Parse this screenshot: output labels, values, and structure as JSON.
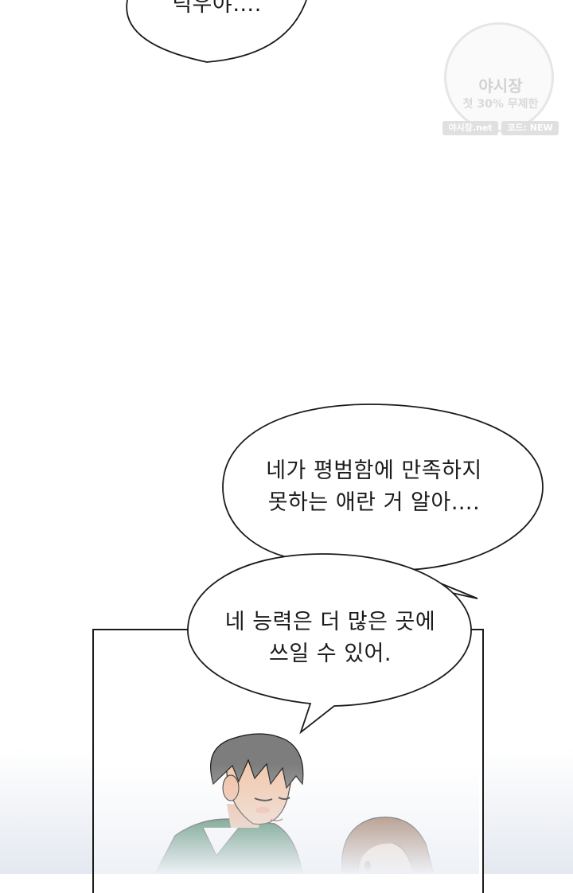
{
  "bubbles": {
    "top": {
      "line1": "넉우야…."
    },
    "middle": {
      "line1": "네가 평범함에 만족하지",
      "line2": "못하는 애란 거 알아…."
    },
    "lower": {
      "line1": "네 능력은 더 많은 곳에",
      "line2": "쓰일 수 있어."
    }
  },
  "watermark": {
    "title": "야시장",
    "promo": "첫 30% 무제한",
    "site": "야시장.net",
    "code": "코드: NEW"
  },
  "colors": {
    "outline": "#1a1a1a",
    "hair": "#7d7d7d",
    "shirt": "#1f6b43",
    "skin": "#f2c9ad",
    "girl_hair": "#8a5a3c"
  }
}
